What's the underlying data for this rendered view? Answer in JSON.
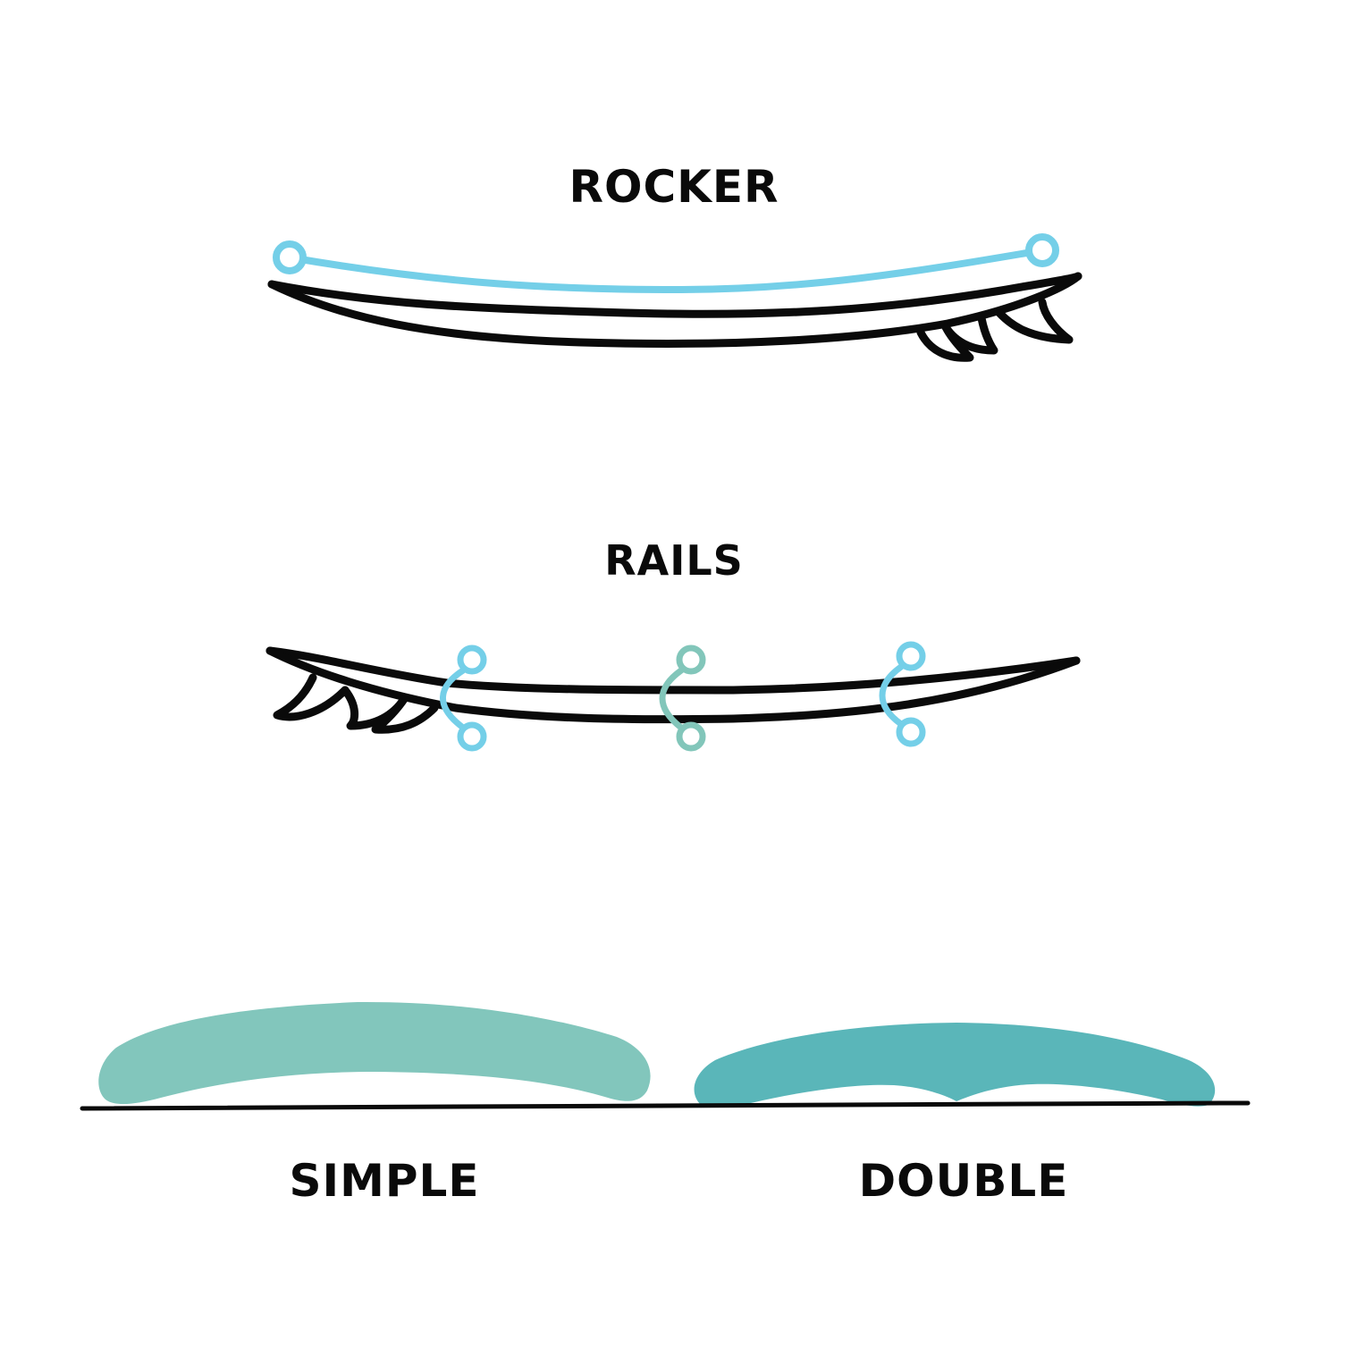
{
  "sections": {
    "rocker": {
      "title": "ROCKER"
    },
    "rails": {
      "title": "RAILS"
    },
    "profiles": {
      "simple": {
        "label": "SIMPLE"
      },
      "double": {
        "label": "DOUBLE"
      }
    }
  },
  "colors": {
    "outline": "#0a0a0a",
    "rocker_line": "#74cfe8",
    "rail_marker_blue": "#74cfe8",
    "rail_marker_green": "#82c6ba",
    "simple_fill": "#82c6bc",
    "double_fill": "#5ab6b9",
    "background": "#ffffff"
  },
  "icons": {
    "rocker_endpoints": [
      "circle-handle",
      "circle-handle"
    ],
    "rail_markers": [
      "bezier-handle-blue",
      "bezier-handle-green",
      "bezier-handle-blue"
    ]
  }
}
